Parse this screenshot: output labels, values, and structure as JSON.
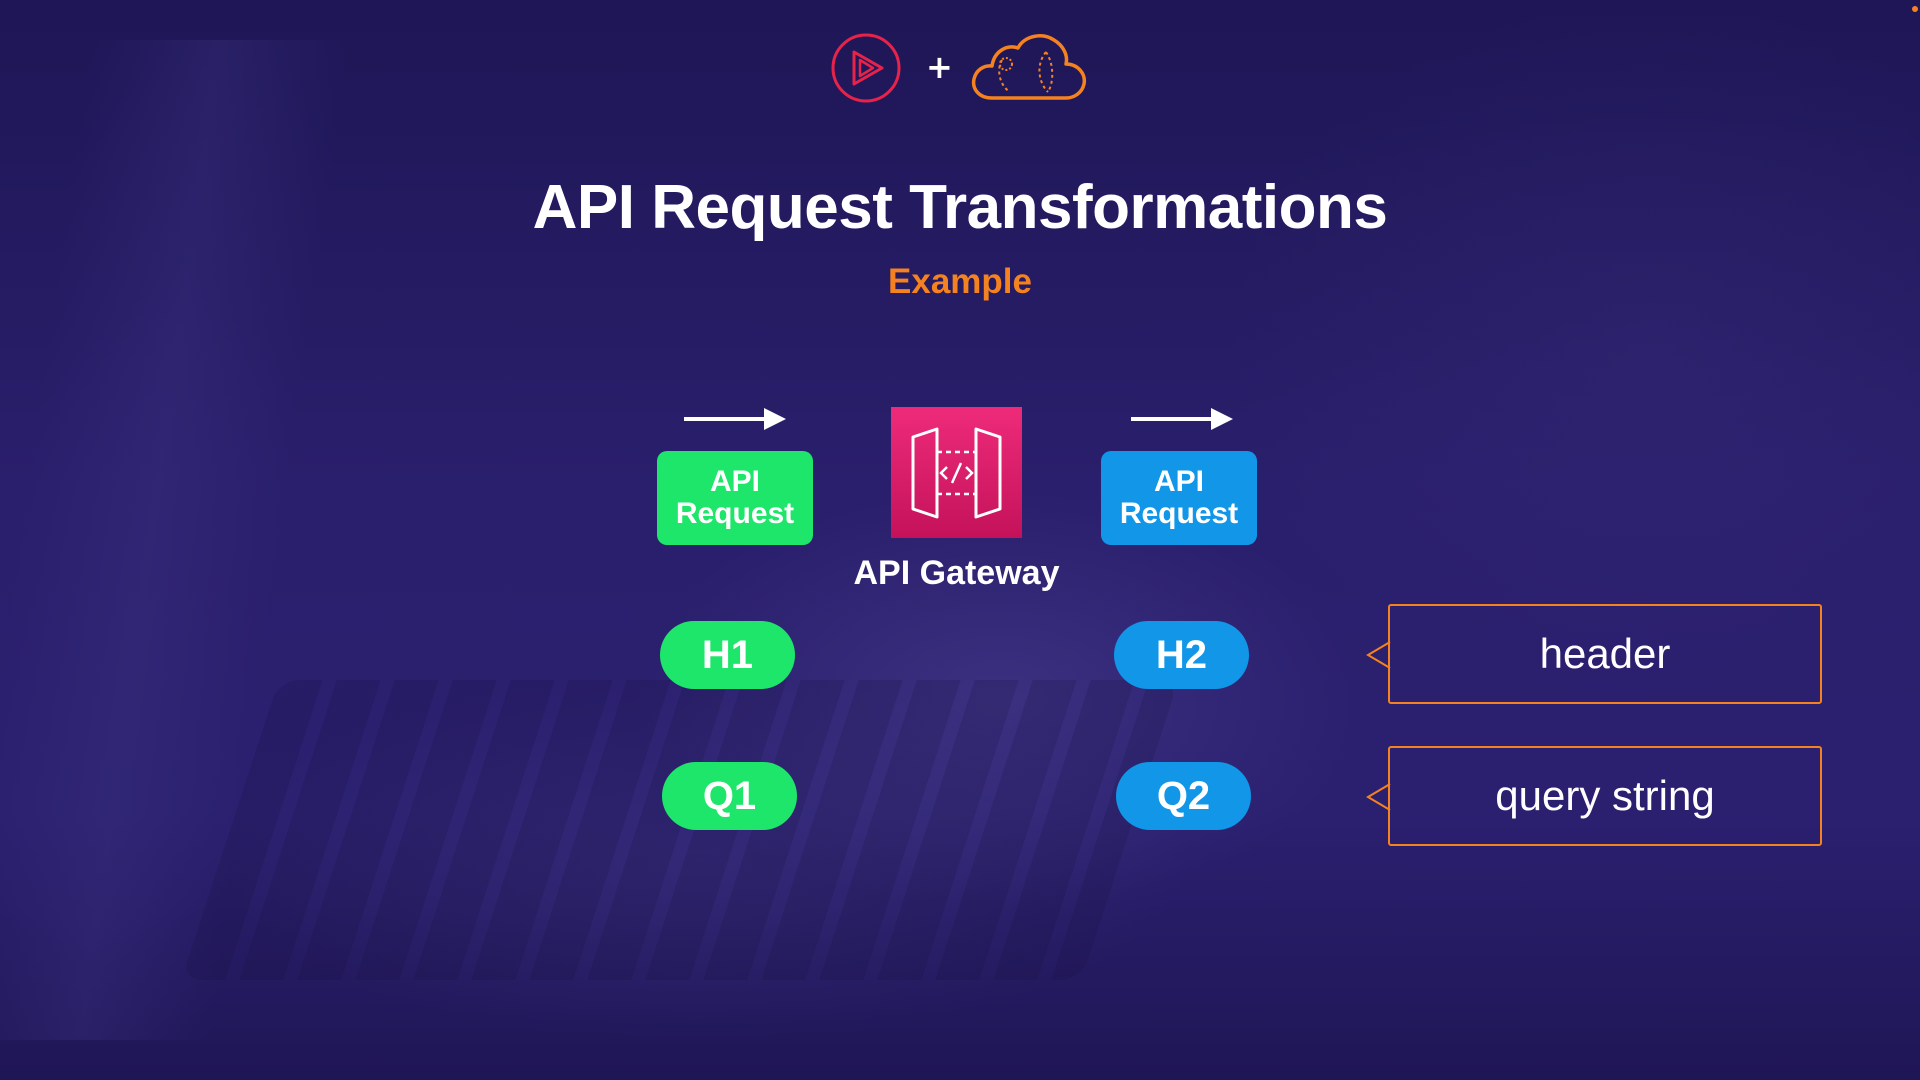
{
  "header": {
    "plus_symbol": "+",
    "play_logo_icon": "play-circle-icon",
    "cloud_logo_icon": "cloud-icon",
    "play_logo_color": "#e8234a",
    "cloud_logo_color": "#f58220"
  },
  "slide": {
    "title": "API Request Transformations",
    "subtitle": "Example",
    "accent_color": "#f58220"
  },
  "flow": {
    "left_request": {
      "label_line1": "API",
      "label_line2": "Request",
      "color": "#1ee66a"
    },
    "right_request": {
      "label_line1": "API",
      "label_line2": "Request",
      "color": "#1296e8"
    },
    "gateway": {
      "label": "API Gateway",
      "icon": "api-gateway-icon",
      "color": "#e7186c"
    }
  },
  "params": {
    "h1": "H1",
    "q1": "Q1",
    "h2": "H2",
    "q2": "Q2"
  },
  "callouts": {
    "header": "header",
    "query": "query string"
  }
}
